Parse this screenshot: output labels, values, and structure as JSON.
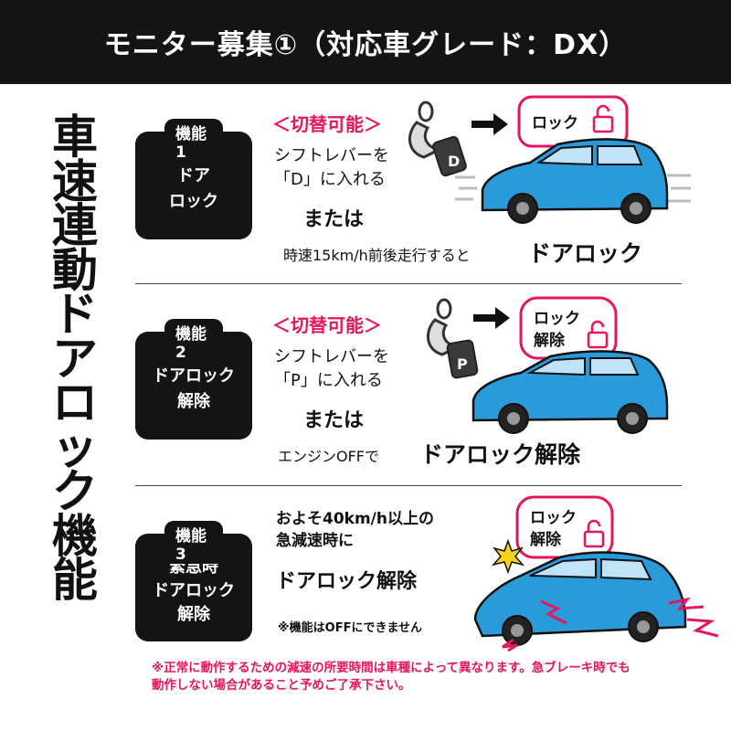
{
  "header": {
    "title": "モニター募集①（対応車グレード：DX）"
  },
  "side_title": [
    "車",
    "速",
    "連",
    "動",
    "ド",
    "ア",
    "ロ",
    "ッ",
    "ク",
    "機",
    "能"
  ],
  "features": [
    {
      "tab": "機能1",
      "label_lines": [
        "ドア",
        "ロック"
      ],
      "switchable": "＜切替可能＞",
      "condition_lines": [
        "シフトレバーを",
        "「D」に入れる"
      ],
      "or_text": "または",
      "trigger_prefix": "時速15km/h前後走行すると",
      "result": "ドアロック",
      "bubble_lines": [
        "ロック"
      ],
      "key_letter": "D"
    },
    {
      "tab": "機能2",
      "label_lines": [
        "ドアロック",
        "解除"
      ],
      "switchable": "＜切替可能＞",
      "condition_lines": [
        "シフトレバーを",
        "「P」に入れる"
      ],
      "or_text": "または",
      "trigger_prefix": "エンジンOFFで",
      "result": "ドアロック解除",
      "bubble_lines": [
        "ロック",
        "解除"
      ],
      "key_letter": "P"
    },
    {
      "tab": "機能3",
      "label_lines": [
        "緊急時",
        "ドアロック",
        "解除"
      ],
      "condition_lines": [
        "およそ40km/h以上の",
        "急減速時に"
      ],
      "result": "ドアロック解除",
      "note": "※機能はOFFにできません",
      "bubble_lines": [
        "ロック",
        "解除"
      ]
    }
  ],
  "notice_lines": [
    "※正常に動作するための減速の所要時間は車種によって異なります。急ブレーキ時でも",
    "動作しない場合があること予めご了承下さい。"
  ],
  "colors": {
    "accent": "#e6155f",
    "car_body": "#2a9ad8",
    "header_bg": "#141414"
  }
}
